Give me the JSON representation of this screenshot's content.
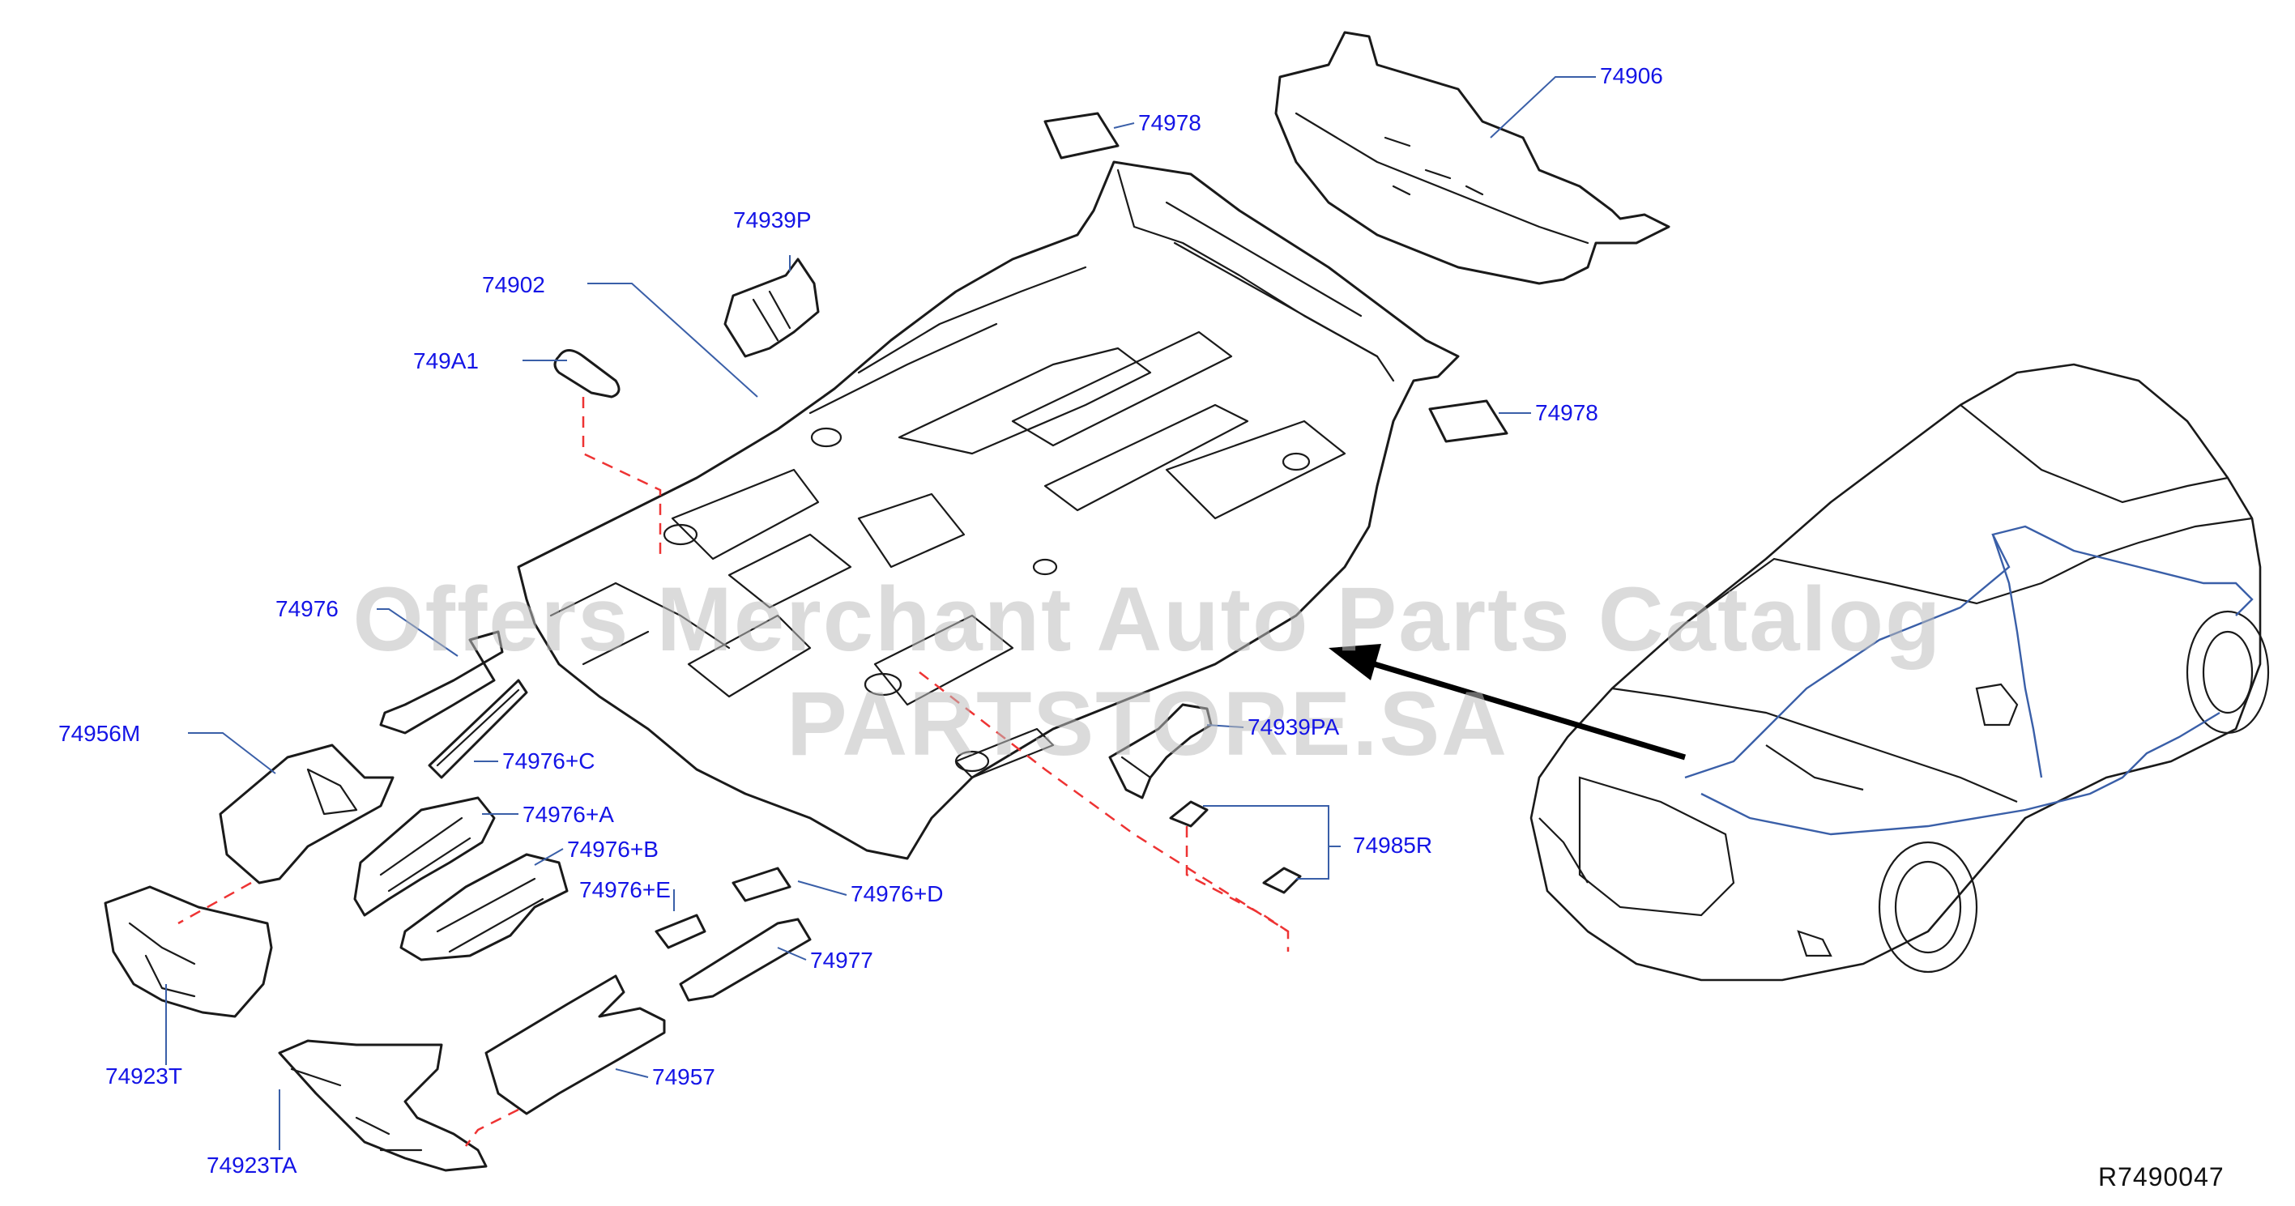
{
  "diagram_id": "R7490047",
  "watermark": "Offers Merchant Auto Parts Catalog PARTSTORE.SA",
  "colors": {
    "label": "#1414e6",
    "leader": "#3a5fa8",
    "dash": "#ee3333",
    "line": "#1a1a1a"
  },
  "labels": {
    "p74906": "74906",
    "p74978a": "74978",
    "p74939P": "74939P",
    "p74902": "74902",
    "p749A1": "749A1",
    "p74978b": "74978",
    "p74976": "74976",
    "p74956M": "74956M",
    "p74976C": "74976+C",
    "p74976A": "74976+A",
    "p74976B": "74976+B",
    "p74976E": "74976+E",
    "p74976D": "74976+D",
    "p74939PA": "74939PA",
    "p74985R": "74985R",
    "p74977": "74977",
    "p74923T": "74923T",
    "p74957": "74957",
    "p74923TA": "74923TA"
  }
}
